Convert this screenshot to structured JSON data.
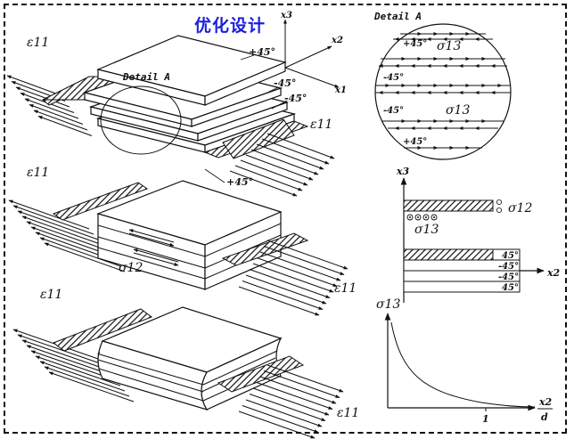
{
  "title": "优化设计",
  "axes": {
    "x1": "x1",
    "x2": "x2",
    "x3": "x3"
  },
  "detail_label": "Detail A",
  "epsilon": "ε11",
  "ply_labels_stack": [
    "+45°",
    "-45°",
    "-45°",
    "+45°"
  ],
  "sigma12": "σ12",
  "sigma13": "σ13",
  "detail_rows": [
    "+45°",
    "-45°",
    "-45°",
    "+45°"
  ],
  "section": {
    "axis_x3": "x3",
    "axis_x2": "x2",
    "sigma12": "σ12",
    "sigma13": "σ13",
    "plies": [
      "45°",
      "-45°",
      "-45°",
      "45°"
    ]
  },
  "graph": {
    "ylabel": "σ13",
    "xlabel_num": "x2",
    "xlabel_den": "d",
    "tick": "1"
  },
  "colors": {
    "title": "#1d1ddc",
    "ink": "#111111"
  }
}
